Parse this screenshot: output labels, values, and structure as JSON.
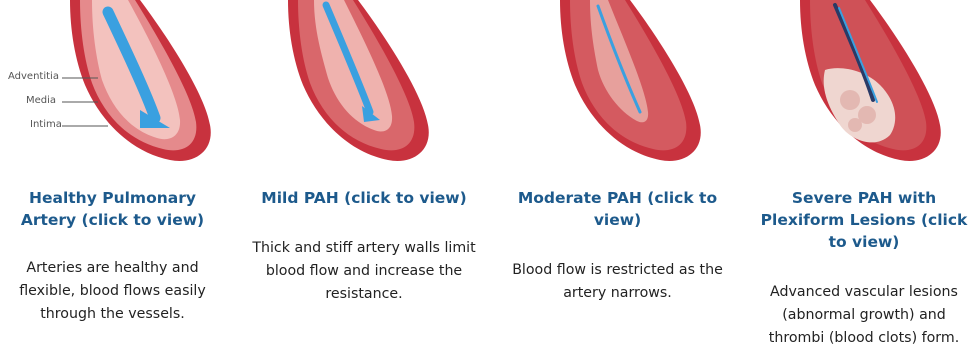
{
  "panels": [
    {
      "title": "Healthy Pulmonary Artery (click to view)",
      "description": "Arteries are healthy and flexible, blood flows easily through the vessels.",
      "image_icon": "healthy-artery-illustration"
    },
    {
      "title": "Mild PAH (click to view)",
      "description": "Thick and stiff artery walls limit blood flow and increase the resistance.",
      "image_icon": "mild-pah-artery-illustration"
    },
    {
      "title": "Moderate PAH (click to view)",
      "description": "Blood flow is restricted as the artery narrows.",
      "image_icon": "moderate-pah-artery-illustration"
    },
    {
      "title": "Severe PAH with Plexiform Lesions (click to view)",
      "description": "Advanced vascular lesions (abnormal growth) and thrombi (blood clots) form.",
      "image_icon": "severe-pah-artery-illustration"
    }
  ],
  "labels": {
    "adventitia": "Adventitia",
    "media": "Media",
    "intima": "Intima"
  },
  "colors": {
    "title": "#1d5a8c",
    "outer_wall": "#c8323e",
    "wall": "#e07a7a",
    "lumen": "#f3c2be",
    "flow_arrow": "#3aa0e0"
  }
}
